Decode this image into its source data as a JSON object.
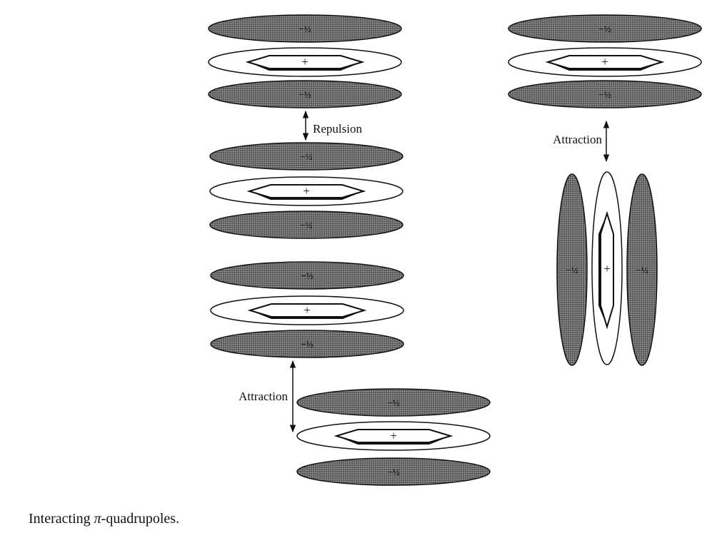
{
  "charges": {
    "negative": "−½",
    "positive": "+"
  },
  "labels": {
    "repulsion": "Repulsion",
    "attraction_left": "Attraction",
    "attraction_right": "Attraction"
  },
  "caption": {
    "prefix": "Interacting ",
    "pi": "π",
    "suffix": "-quadrupoles."
  },
  "colors": {
    "shaded_lobe": "#6a6a6a",
    "outline": "#111111",
    "background": "#ffffff"
  }
}
